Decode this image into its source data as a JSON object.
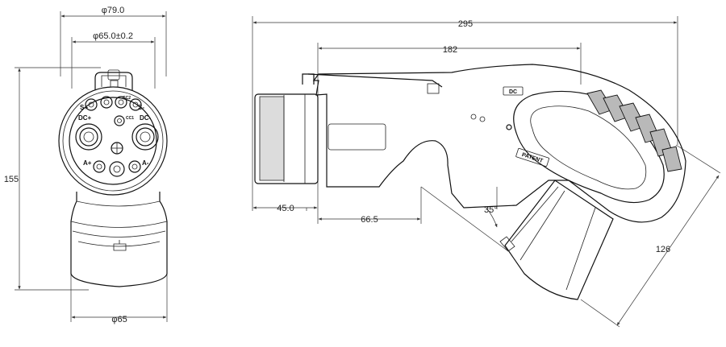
{
  "front_view": {
    "dims": {
      "outer_diameter": "φ79.0",
      "inner_diameter": "φ65.0±0.2",
      "height": "155",
      "cable_diameter": "φ65"
    },
    "pins": {
      "s_plus": "S+",
      "s_minus": "S-",
      "dc_plus": "DC+",
      "dc_minus": "DC-",
      "a_plus": "A+",
      "a_minus": "A-",
      "cc2": "CC2",
      "cc1": "CC1"
    }
  },
  "side_view": {
    "dims": {
      "overall_length": "295",
      "handle_length": "182",
      "nose_length": "45.0",
      "grip_offset": "66.5",
      "angle": "35°",
      "cable_exit": "126"
    },
    "labels": {
      "dc_badge": "DC",
      "patent_badge": "PATENT"
    }
  }
}
